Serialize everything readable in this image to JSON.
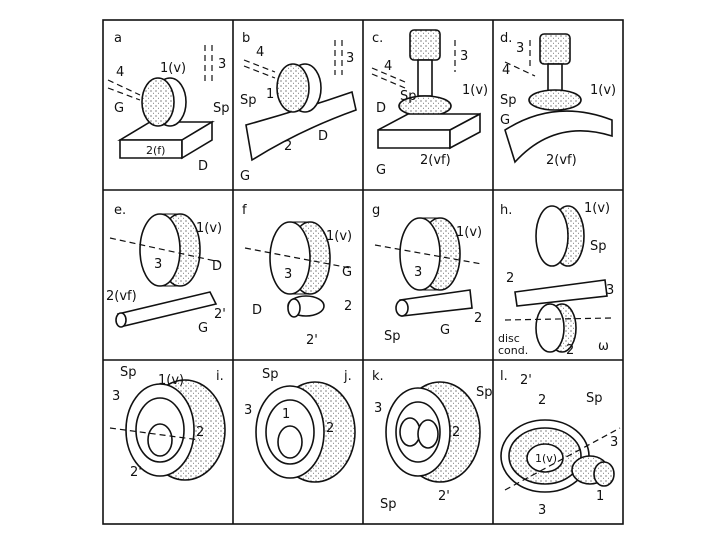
{
  "panels": [
    {
      "id": "a",
      "letter": "a",
      "labels": [
        "1(v)",
        "3",
        "4",
        "G",
        "Sp",
        "D",
        "2(f)"
      ]
    },
    {
      "id": "b",
      "letter": "b",
      "labels": [
        "3",
        "4",
        "Sp",
        "1",
        "D",
        "2",
        "G"
      ]
    },
    {
      "id": "c",
      "letter": "c.",
      "labels": [
        "3",
        "4",
        "Sp",
        "1(v)",
        "D",
        "2(vf)",
        "G"
      ]
    },
    {
      "id": "d",
      "letter": "d.",
      "labels": [
        "3",
        "4",
        "Sp",
        "1(v)",
        "G",
        "2(vf)"
      ]
    },
    {
      "id": "e",
      "letter": "e.",
      "labels": [
        "1(v)",
        "3",
        "D",
        "2(vf)",
        "2'",
        "G"
      ]
    },
    {
      "id": "f",
      "letter": "f",
      "labels": [
        "1(v)",
        "3",
        "G",
        "D",
        "2",
        "2'"
      ]
    },
    {
      "id": "g",
      "letter": "g",
      "labels": [
        "1(v)",
        "3",
        "Sp",
        "G",
        "2"
      ]
    },
    {
      "id": "h",
      "letter": "h.",
      "labels": [
        "1(v)",
        "Sp",
        "2",
        "3",
        "disc",
        "cond.",
        "2",
        "ω"
      ]
    },
    {
      "id": "i",
      "letter": "i.",
      "labels": [
        "Sp",
        "1(v)",
        "3",
        "2",
        "2'"
      ]
    },
    {
      "id": "j",
      "letter": "j.",
      "labels": [
        "Sp",
        "3",
        "1",
        "2"
      ]
    },
    {
      "id": "k",
      "letter": "k.",
      "labels": [
        "Sp",
        "3",
        "2",
        "Sp",
        "2'"
      ]
    },
    {
      "id": "l",
      "letter": "l.",
      "labels": [
        "2'",
        "2",
        "Sp",
        "1(v)",
        "3",
        "1",
        "3"
      ]
    }
  ]
}
